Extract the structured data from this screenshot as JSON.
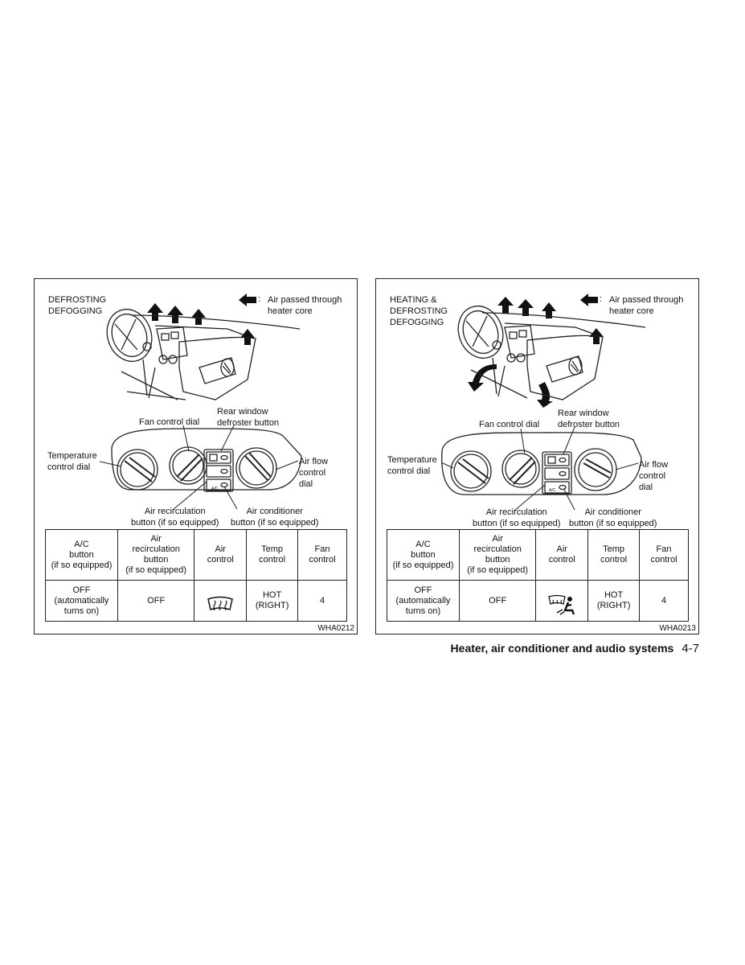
{
  "panels": [
    {
      "mode_title": "DEFROSTING\nDEFOGGING",
      "legend_text": "Air passed through\nheater core",
      "legend_colon": ":",
      "labels": {
        "rear_window_defroster_button": "Rear window\ndefroster button",
        "fan_control_dial": "Fan control dial",
        "temperature_control_dial": "Temperature\ncontrol dial",
        "air_flow_control_dial": "Air flow\ncontrol\ndial",
        "air_recirculation_button": "Air recirculation\nbutton (if so equipped)",
        "air_conditioner_button": "Air conditioner\nbutton (if so equipped)"
      },
      "table": {
        "headers": [
          "A/C\nbutton\n(if so equipped)",
          "Air\nrecirculation\nbutton\n(if so equipped)",
          "Air\ncontrol",
          "Temp\ncontrol",
          "Fan\ncontrol"
        ],
        "row": {
          "ac": "OFF\n(automatically\nturns on)",
          "recirc": "OFF",
          "air_control_icon": "defrost-icon",
          "temp": "HOT\n(RIGHT)",
          "fan": "4"
        }
      },
      "code": "WHA0212"
    },
    {
      "mode_title": "HEATING &\nDEFROSTING\nDEFOGGING",
      "legend_text": "Air passed through\nheater core",
      "legend_colon": ":",
      "labels": {
        "rear_window_defroster_button": "Rear window\ndefroster button",
        "fan_control_dial": "Fan control dial",
        "temperature_control_dial": "Temperature\ncontrol dial",
        "air_flow_control_dial": "Air flow\ncontrol\ndial",
        "air_recirculation_button": "Air recirculation\nbutton (if so equipped)",
        "air_conditioner_button": "Air conditioner\nbutton (if so equipped)"
      },
      "table": {
        "headers": [
          "A/C\nbutton\n(if so equipped)",
          "Air\nrecirculation\nbutton\n(if so equipped)",
          "Air\ncontrol",
          "Temp\ncontrol",
          "Fan\ncontrol"
        ],
        "row": {
          "ac": "OFF\n(automatically\nturns on)",
          "recirc": "OFF",
          "air_control_icon": "defrost-floor-icon",
          "temp": "HOT\n(RIGHT)",
          "fan": "4"
        }
      },
      "code": "WHA0213"
    }
  ],
  "footer": {
    "section_title": "Heater, air conditioner and audio systems",
    "page_number": "4-7"
  }
}
